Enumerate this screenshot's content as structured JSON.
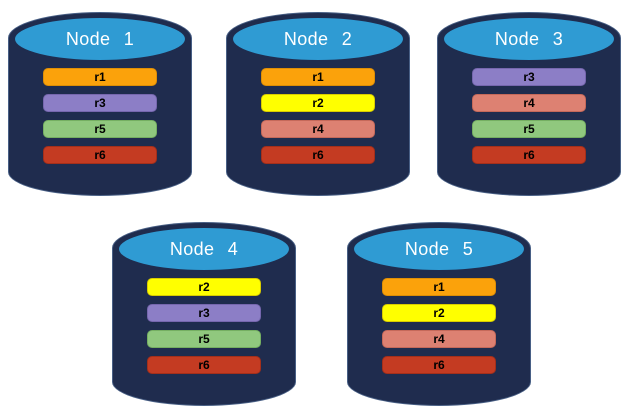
{
  "diagram": {
    "description": "Database nodes with replica distribution",
    "nodes": [
      {
        "label": "Node 1",
        "replicas": [
          "r1",
          "r3",
          "r5",
          "r6"
        ]
      },
      {
        "label": "Node 2",
        "replicas": [
          "r1",
          "r2",
          "r4",
          "r6"
        ]
      },
      {
        "label": "Node 3",
        "replicas": [
          "r3",
          "r4",
          "r5",
          "r6"
        ]
      },
      {
        "label": "Node 4",
        "replicas": [
          "r2",
          "r3",
          "r5",
          "r6"
        ]
      },
      {
        "label": "Node 5",
        "replicas": [
          "r1",
          "r2",
          "r4",
          "r6"
        ]
      }
    ],
    "replica_colors": {
      "r1": {
        "fill": "#FBA20B",
        "border": "#DE8E05"
      },
      "r2": {
        "fill": "#FFFF00",
        "border": "#D9CC00"
      },
      "r3": {
        "fill": "#8C7EC6",
        "border": "#7667AE"
      },
      "r4": {
        "fill": "#DD8172",
        "border": "#C5695A"
      },
      "r5": {
        "fill": "#90C87E",
        "border": "#75AF62"
      },
      "r6": {
        "fill": "#C43B22",
        "border": "#A42F1A"
      }
    },
    "style": {
      "cylinder_body_color": "#1F2C4E",
      "cylinder_top_color": "#2F9BD3",
      "title_text_color": "#FFFFFF",
      "bar_text_color": "#000000",
      "background_color": "#FFFFFF"
    }
  }
}
